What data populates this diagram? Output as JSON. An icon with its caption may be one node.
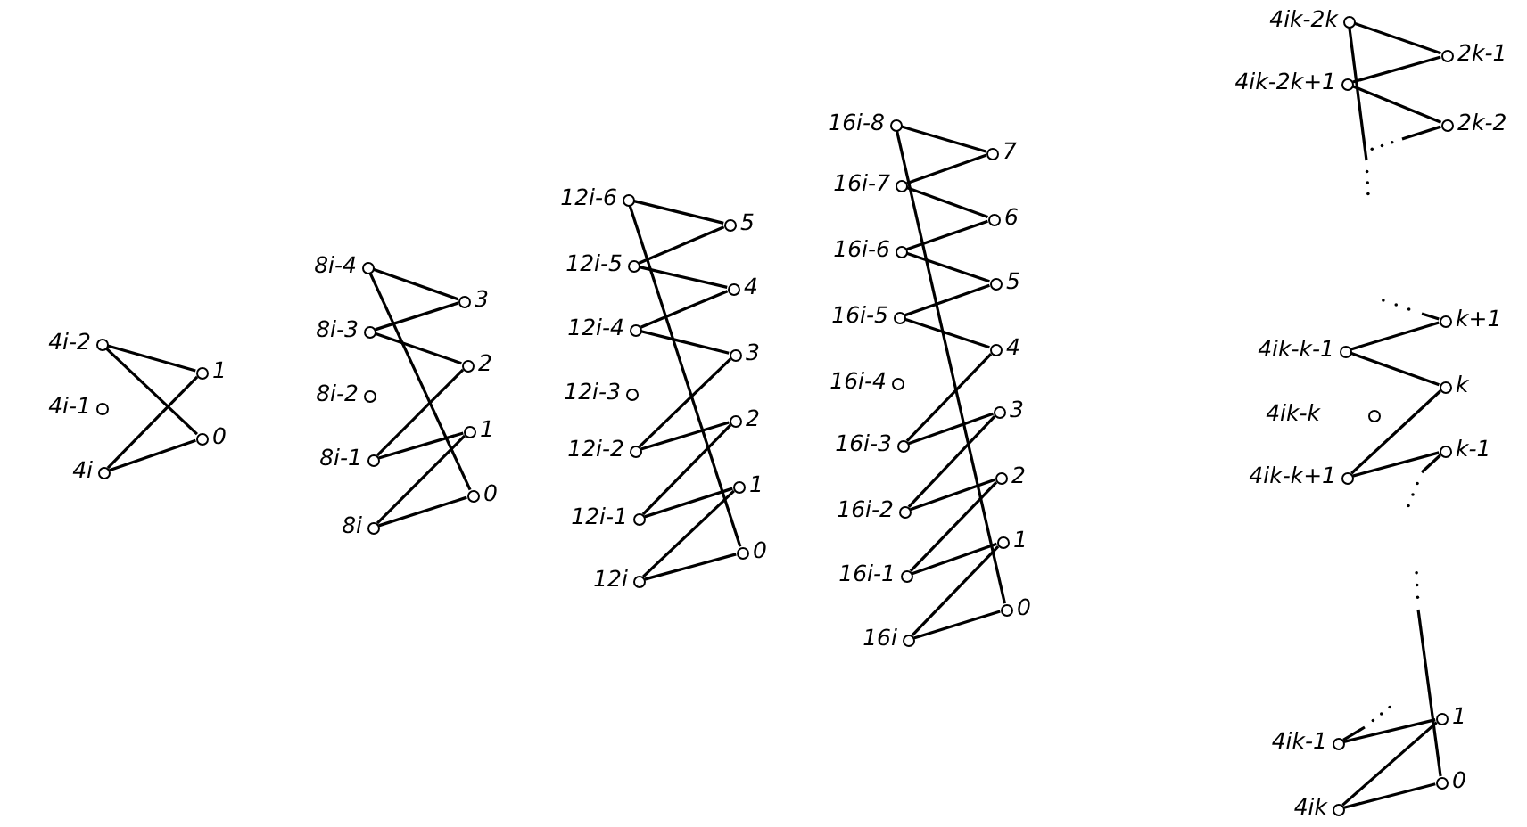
{
  "diagram": {
    "nodes": [
      {
        "text": [],
        "shape": "circle",
        "beside": [
          "4i-2"
        ]
      },
      {
        "text": [],
        "shape": "circle",
        "beside": [
          "4i-1"
        ]
      },
      {
        "text": [],
        "shape": "circle",
        "beside": [
          "4i"
        ]
      },
      {
        "text": [],
        "shape": "circle",
        "beside": [
          "1"
        ]
      },
      {
        "text": [],
        "shape": "circle",
        "beside": [
          "0"
        ]
      },
      {
        "text": [],
        "shape": "circle",
        "beside": [
          "8i-4"
        ]
      },
      {
        "text": [],
        "shape": "circle",
        "beside": [
          "8i-3"
        ]
      },
      {
        "text": [],
        "shape": "circle",
        "beside": [
          "8i-2"
        ]
      },
      {
        "text": [],
        "shape": "circle",
        "beside": [
          "8i-1"
        ]
      },
      {
        "text": [],
        "shape": "circle",
        "beside": [
          "8i"
        ]
      },
      {
        "text": [],
        "shape": "circle",
        "beside": [
          "3"
        ]
      },
      {
        "text": [],
        "shape": "circle",
        "beside": [
          "2"
        ]
      },
      {
        "text": [],
        "shape": "circle",
        "beside": [
          "1"
        ]
      },
      {
        "text": [],
        "shape": "circle",
        "beside": [
          "0"
        ]
      },
      {
        "text": [],
        "shape": "circle",
        "beside": [
          "12i-6"
        ]
      },
      {
        "text": [],
        "shape": "circle",
        "beside": [
          "12i-5"
        ]
      },
      {
        "text": [],
        "shape": "circle",
        "beside": [
          "12i-4"
        ]
      },
      {
        "text": [],
        "shape": "circle",
        "beside": [
          "12i-3"
        ]
      },
      {
        "text": [],
        "shape": "circle",
        "beside": [
          "12i-2"
        ]
      },
      {
        "text": [],
        "shape": "circle",
        "beside": [
          "12i-1"
        ]
      },
      {
        "text": [],
        "shape": "circle",
        "beside": [
          "12i"
        ]
      },
      {
        "text": [],
        "shape": "circle",
        "beside": [
          "5"
        ]
      },
      {
        "text": [],
        "shape": "circle",
        "beside": [
          "4"
        ]
      },
      {
        "text": [],
        "shape": "circle",
        "beside": [
          "3"
        ]
      },
      {
        "text": [],
        "shape": "circle",
        "beside": [
          "2"
        ]
      },
      {
        "text": [],
        "shape": "circle",
        "beside": [
          "1"
        ]
      },
      {
        "text": [],
        "shape": "circle",
        "beside": [
          "0"
        ]
      },
      {
        "text": [],
        "shape": "circle",
        "beside": [
          "16i-8"
        ]
      },
      {
        "text": [],
        "shape": "circle",
        "beside": [
          "16i-7"
        ]
      },
      {
        "text": [],
        "shape": "circle",
        "beside": [
          "16i-6"
        ]
      },
      {
        "text": [],
        "shape": "circle",
        "beside": [
          "16i-5"
        ]
      },
      {
        "text": [],
        "shape": "circle",
        "beside": [
          "16i-4"
        ]
      },
      {
        "text": [],
        "shape": "circle",
        "beside": [
          "16i-3"
        ]
      },
      {
        "text": [],
        "shape": "circle",
        "beside": [
          "16i-2"
        ]
      },
      {
        "text": [],
        "shape": "circle",
        "beside": [
          "16i-1"
        ]
      },
      {
        "text": [],
        "shape": "circle",
        "beside": [
          "16i"
        ]
      },
      {
        "text": [],
        "shape": "circle",
        "beside": [
          "7"
        ]
      },
      {
        "text": [],
        "shape": "circle",
        "beside": [
          "6"
        ]
      },
      {
        "text": [],
        "shape": "circle",
        "beside": [
          "5"
        ]
      },
      {
        "text": [],
        "shape": "circle",
        "beside": [
          "4"
        ]
      },
      {
        "text": [],
        "shape": "circle",
        "beside": [
          "3"
        ]
      },
      {
        "text": [],
        "shape": "circle",
        "beside": [
          "2"
        ]
      },
      {
        "text": [],
        "shape": "circle",
        "beside": [
          "1"
        ]
      },
      {
        "text": [],
        "shape": "circle",
        "beside": [
          "0"
        ]
      },
      {
        "text": [],
        "shape": "circle",
        "beside": [
          "4ik-2k"
        ]
      },
      {
        "text": [],
        "shape": "circle",
        "beside": [
          "4ik-2k+1"
        ]
      },
      {
        "text": [],
        "shape": "circle",
        "beside": [
          "2k-1"
        ]
      },
      {
        "text": [],
        "shape": "circle",
        "beside": [
          "2k-2"
        ]
      },
      {
        "text": [],
        "shape": "circle",
        "beside": [
          "4ik-k-1"
        ]
      },
      {
        "text": [],
        "shape": "circle",
        "beside": [
          "4ik-k"
        ]
      },
      {
        "text": [],
        "shape": "circle",
        "beside": [
          "4ik-k+1"
        ]
      },
      {
        "text": [],
        "shape": "circle",
        "beside": [
          "k+1"
        ]
      },
      {
        "text": [],
        "shape": "circle",
        "beside": [
          "k"
        ]
      },
      {
        "text": [],
        "shape": "circle",
        "beside": [
          "k-1"
        ]
      },
      {
        "text": [],
        "shape": "circle",
        "beside": [
          "4ik-1"
        ]
      },
      {
        "text": [],
        "shape": "circle",
        "beside": [
          "4ik"
        ]
      },
      {
        "text": [],
        "shape": "circle",
        "beside": [
          "1"
        ]
      },
      {
        "text": [],
        "shape": "circle",
        "beside": [
          "0"
        ]
      }
    ],
    "edges": [
      {
        "from": 0,
        "to": 3,
        "arrow": "none"
      },
      {
        "from": 0,
        "to": 4,
        "arrow": "none"
      },
      {
        "from": 2,
        "to": 3,
        "arrow": "none"
      },
      {
        "from": 2,
        "to": 4,
        "arrow": "none"
      },
      {
        "from": 5,
        "to": 10,
        "arrow": "none"
      },
      {
        "from": 5,
        "to": 13,
        "arrow": "none"
      },
      {
        "from": 6,
        "to": 10,
        "arrow": "none"
      },
      {
        "from": 6,
        "to": 11,
        "arrow": "none"
      },
      {
        "from": 8,
        "to": 11,
        "arrow": "none"
      },
      {
        "from": 8,
        "to": 12,
        "arrow": "none"
      },
      {
        "from": 9,
        "to": 12,
        "arrow": "none"
      },
      {
        "from": 9,
        "to": 13,
        "arrow": "none"
      },
      {
        "from": 14,
        "to": 21,
        "arrow": "none"
      },
      {
        "from": 14,
        "to": 26,
        "arrow": "none"
      },
      {
        "from": 15,
        "to": 21,
        "arrow": "none"
      },
      {
        "from": 15,
        "to": 22,
        "arrow": "none"
      },
      {
        "from": 16,
        "to": 22,
        "arrow": "none"
      },
      {
        "from": 16,
        "to": 23,
        "arrow": "none"
      },
      {
        "from": 18,
        "to": 23,
        "arrow": "none"
      },
      {
        "from": 18,
        "to": 24,
        "arrow": "none"
      },
      {
        "from": 19,
        "to": 24,
        "arrow": "none"
      },
      {
        "from": 19,
        "to": 25,
        "arrow": "none"
      },
      {
        "from": 20,
        "to": 25,
        "arrow": "none"
      },
      {
        "from": 20,
        "to": 26,
        "arrow": "none"
      },
      {
        "from": 27,
        "to": 36,
        "arrow": "none"
      },
      {
        "from": 27,
        "to": 43,
        "arrow": "none"
      },
      {
        "from": 28,
        "to": 36,
        "arrow": "none"
      },
      {
        "from": 28,
        "to": 37,
        "arrow": "none"
      },
      {
        "from": 29,
        "to": 37,
        "arrow": "none"
      },
      {
        "from": 29,
        "to": 38,
        "arrow": "none"
      },
      {
        "from": 30,
        "to": 38,
        "arrow": "none"
      },
      {
        "from": 30,
        "to": 39,
        "arrow": "none"
      },
      {
        "from": 32,
        "to": 39,
        "arrow": "none"
      },
      {
        "from": 32,
        "to": 40,
        "arrow": "none"
      },
      {
        "from": 33,
        "to": 40,
        "arrow": "none"
      },
      {
        "from": 33,
        "to": 41,
        "arrow": "none"
      },
      {
        "from": 34,
        "to": 41,
        "arrow": "none"
      },
      {
        "from": 34,
        "to": 42,
        "arrow": "none"
      },
      {
        "from": 35,
        "to": 42,
        "arrow": "none"
      },
      {
        "from": 35,
        "to": 43,
        "arrow": "none"
      },
      {
        "from": 44,
        "to": 46,
        "arrow": "none"
      },
      {
        "from": 44,
        "to": null,
        "arrow": "none"
      },
      {
        "from": 45,
        "to": 46,
        "arrow": "none"
      },
      {
        "from": 45,
        "to": 47,
        "arrow": "none"
      },
      {
        "from": 47,
        "to": null,
        "arrow": "none"
      },
      {
        "from": 51,
        "to": null,
        "arrow": "none"
      },
      {
        "from": 48,
        "to": 51,
        "arrow": "none"
      },
      {
        "from": 48,
        "to": 52,
        "arrow": "none"
      },
      {
        "from": 50,
        "to": 52,
        "arrow": "none"
      },
      {
        "from": 50,
        "to": 53,
        "arrow": "none"
      },
      {
        "from": 53,
        "to": null,
        "arrow": "none"
      },
      {
        "from": 57,
        "to": null,
        "arrow": "none"
      },
      {
        "from": 54,
        "to": null,
        "arrow": "none"
      },
      {
        "from": 54,
        "to": 56,
        "arrow": "none"
      },
      {
        "from": 55,
        "to": 56,
        "arrow": "none"
      },
      {
        "from": 55,
        "to": 57,
        "arrow": "none"
      }
    ]
  }
}
